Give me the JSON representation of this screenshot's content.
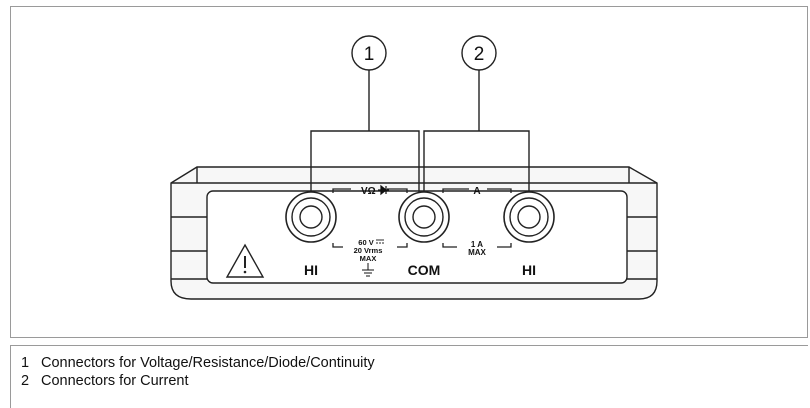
{
  "callouts": [
    {
      "number": "1"
    },
    {
      "number": "2"
    }
  ],
  "panel": {
    "labels": {
      "volt_ohm": "VΩ",
      "current": "A",
      "volt_rating_1": "60 V",
      "volt_rating_2": "20 Vrms",
      "volt_rating_3": "MAX",
      "current_rating_1": "1 A",
      "current_rating_2": "MAX"
    },
    "jacks": [
      {
        "label": "HI"
      },
      {
        "label": "COM"
      },
      {
        "label": "HI"
      }
    ]
  },
  "legend": {
    "items": [
      {
        "number": "1",
        "text": "Connectors for Voltage/Resistance/Diode/Continuity"
      },
      {
        "number": "2",
        "text": "Connectors for Current"
      }
    ]
  }
}
